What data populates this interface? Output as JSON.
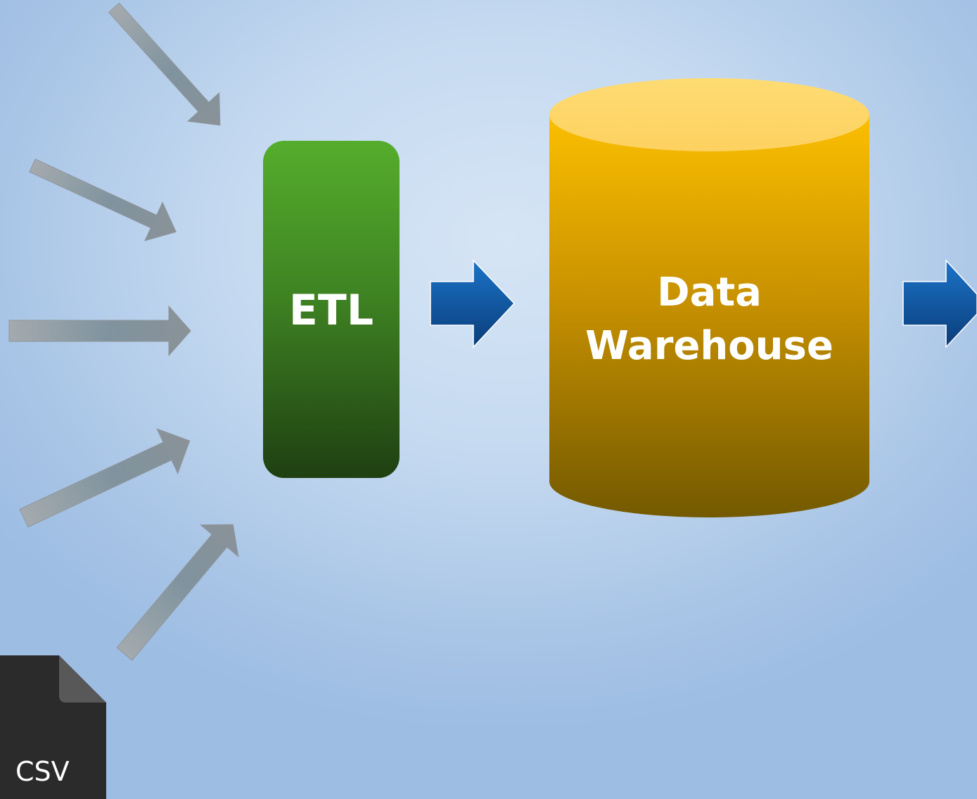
{
  "etl": {
    "label": "ETL",
    "color_top": "#55ad2c",
    "color_bottom": "#1f3f12"
  },
  "warehouse": {
    "line1": "Data",
    "line2": "Warehouse",
    "color_top": "#fbbf00",
    "color_bottom": "#735900",
    "lid_color": "#fed76a"
  },
  "csv_file": {
    "label": "CSV",
    "color": "#2b2b2b",
    "fold_color": "#585858"
  },
  "arrows": {
    "input_color": "#9aa1a6",
    "input_mid_color": "#7f939e",
    "flow_color_top": "#1b73c8",
    "flow_color_bottom": "#0a3d79"
  }
}
